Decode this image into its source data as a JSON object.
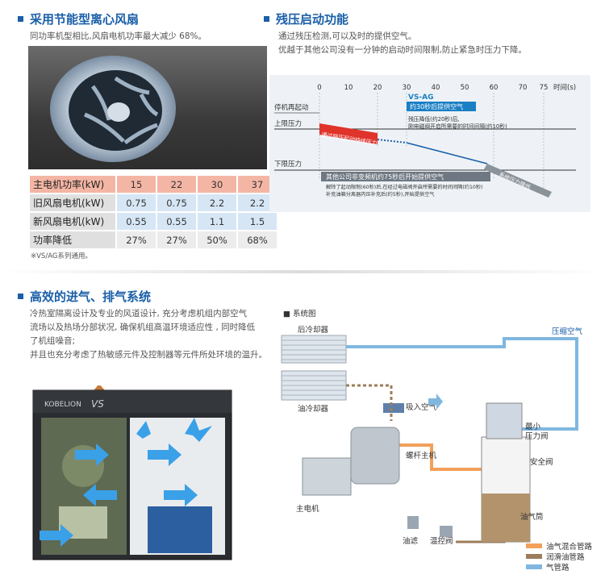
{
  "section1": {
    "title": "采用节能型离心风扇",
    "desc": "同功率机型相比,风扇电机功率最大减少 68%。"
  },
  "section2": {
    "title": "残压启动功能",
    "desc_lines": [
      "通过残压检测,可以及时的提供空气。",
      "优越于其他公司没有一分钟的启动时间限制,防止紧急时压力下降。"
    ]
  },
  "section3": {
    "title": "高效的进气、排气系统",
    "desc_lines": [
      "冷热室隔离设计及专业的风道设计, 充分考虑机组内部空气",
      "流场以及热场分部状况, 确保机组高温环境适应性 , 同时降低",
      "了机组噪音;",
      "并且也充分考虑了热敏感元件及控制器等元件所处环境的温升。"
    ]
  },
  "power_table": {
    "header": {
      "label": "主电机功率(kW)",
      "values": [
        "15",
        "22",
        "30",
        "37"
      ]
    },
    "rows": [
      {
        "label": "旧风扇电机(kW)",
        "values": [
          "0.75",
          "0.75",
          "2.2",
          "2.2"
        ]
      },
      {
        "label": "新风扇电机(kW)",
        "values": [
          "0.55",
          "0.55",
          "1.1",
          "1.5"
        ]
      },
      {
        "label": "功率降低",
        "values": [
          "27%",
          "27%",
          "50%",
          "68%"
        ]
      }
    ],
    "footnote": "※VS/AG系列通用。"
  },
  "timeline": {
    "ticks": [
      "0",
      "10",
      "20",
      "30",
      "40",
      "50",
      "60",
      "70",
      "75"
    ],
    "unit": "时间(s)",
    "vsag_label": "VS-AG",
    "vsag_callout": "约30秒后提供空气",
    "y_label_stop": "停机再起动",
    "y_label_upper": "上限压力",
    "y_label_lower": "下限压力",
    "red_banner": "通过残压起动持续压力",
    "note1_line1": "残压降低(约20秒)后,",
    "note1_line2": "刚电磁阀开启所需要的时间间隔(约10秒)",
    "other_title": "其他公司非变频机约75秒后开始提供空气",
    "other_line1": "解除了起动限制(60秒)后,在经过电磁阀开启所需要的时间间隔(约10秒)",
    "other_line2": "补充油箱分离器内压补充后(约5秒),开始提供空气",
    "other_arrow": "系统压力降低"
  },
  "cabinet": {
    "brand": "KOBELION",
    "model": "VS"
  },
  "system": {
    "title": "■ 系统图",
    "labels": {
      "rear_cooler": "后冷却器",
      "oil_cooler": "油冷却器",
      "compressed_air": "压缩空气",
      "intake_air": "吸入空气",
      "screw_host": "螺杆主机",
      "motor": "主电机",
      "min_pressure_valve_1": "最小",
      "min_pressure_valve_2": "压力阀",
      "safety_valve": "安全阀",
      "oil_tank": "油气筒",
      "oil_filter": "油滤",
      "temp_valve": "温控阀"
    },
    "legend": [
      {
        "label": "油气混合管路",
        "color": "#f2a05a"
      },
      {
        "label": "润滑油管路",
        "color": "#9c7c5a"
      },
      {
        "label": "气管路",
        "color": "#7fb7e0"
      }
    ]
  }
}
